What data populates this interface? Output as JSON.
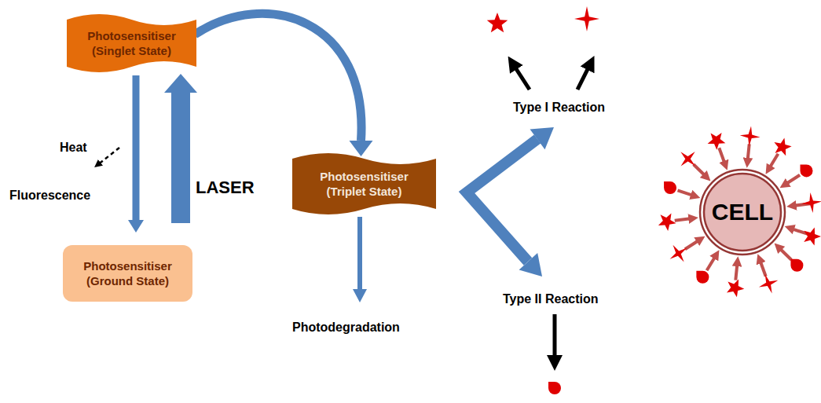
{
  "diagram": {
    "nodes": [
      {
        "text": [
          "Photosensitiser (Singlet State)"
        ]
      },
      {
        "text": [
          "Photosensitiser (Ground State)"
        ]
      },
      {
        "text": [
          "Photosensitiser (Triplet State)"
        ]
      },
      {
        "text": [
          "CELL"
        ]
      }
    ],
    "edges": [
      {
        "from": 0,
        "to": 1,
        "arrow": "to"
      },
      {
        "from": 1,
        "to": 0,
        "label": "LASER",
        "arrow": "to"
      },
      {
        "from": 0,
        "to": 2,
        "arrow": "to"
      }
    ],
    "labels": [
      "Heat",
      "Fluorescence",
      "Photodegradation",
      "Type I Reaction",
      "Type II Reaction"
    ]
  }
}
